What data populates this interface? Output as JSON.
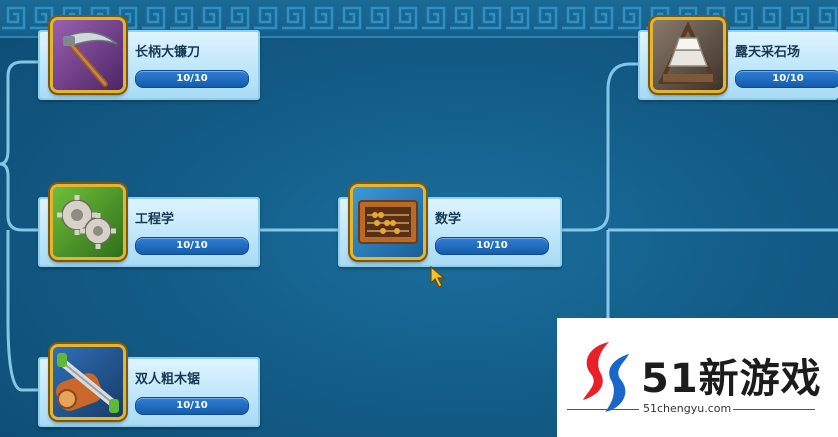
{
  "nodes": [
    {
      "id": "scythe",
      "title": "长柄大镰刀",
      "progress": "10/10",
      "icon": "scythe-icon"
    },
    {
      "id": "engineering",
      "title": "工程学",
      "progress": "10/10",
      "icon": "gears-icon"
    },
    {
      "id": "saw",
      "title": "双人粗木锯",
      "progress": "10/10",
      "icon": "saw-icon"
    },
    {
      "id": "math",
      "title": "数学",
      "progress": "10/10",
      "icon": "abacus-icon"
    },
    {
      "id": "quarry",
      "title": "露天采石场",
      "progress": "10/10",
      "icon": "quarry-icon"
    }
  ],
  "watermark": {
    "brand": "51新游戏",
    "url": "51chengyu.com"
  },
  "colors": {
    "background": "#135d88",
    "connector": "#8fd3f4",
    "card": "#bfe6fb",
    "progress_bar": "#1f6cc0",
    "icon_frame": "#e2b534",
    "logo_red": "#e8202a",
    "logo_blue": "#1a66c9"
  }
}
